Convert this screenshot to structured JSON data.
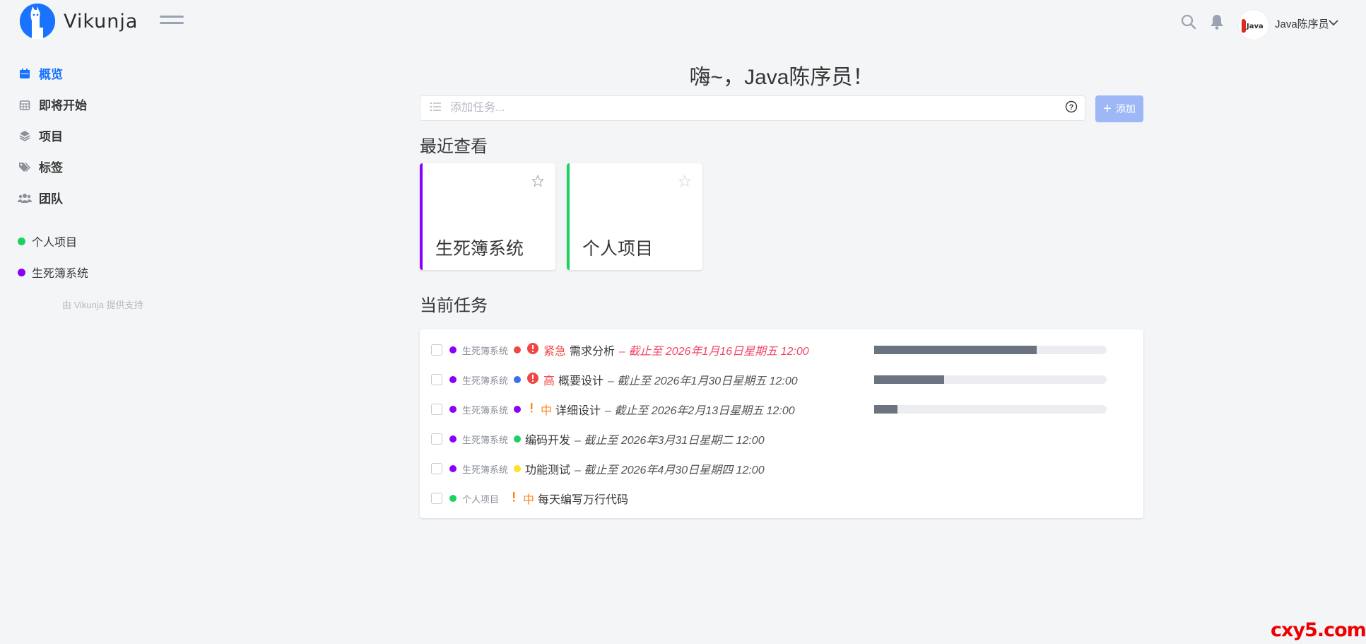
{
  "app": {
    "name": "Vikunja"
  },
  "header": {
    "user_name": "Java陈序员",
    "avatar_text": "Java"
  },
  "sidebar": {
    "nav": [
      {
        "label": "概览",
        "icon": "calendar-icon",
        "active": true
      },
      {
        "label": "即将开始",
        "icon": "calendar-grid-icon"
      },
      {
        "label": "项目",
        "icon": "layers-icon"
      },
      {
        "label": "标签",
        "icon": "tags-icon"
      },
      {
        "label": "团队",
        "icon": "users-icon"
      }
    ],
    "projects": [
      {
        "label": "个人项目",
        "color": "#1cd160"
      },
      {
        "label": "生死簿系统",
        "color": "#8a00ff"
      }
    ],
    "powered_by": "由 Vikunja 提供支持"
  },
  "main": {
    "greeting": "嗨~，Java陈序员！",
    "add_task": {
      "placeholder": "添加任务...",
      "button_label": "添加"
    },
    "recent_title": "最近查看",
    "recent": [
      {
        "title": "生死簿系统",
        "color": "#8a00ff"
      },
      {
        "title": "个人项目",
        "color": "#1cd160"
      }
    ],
    "current_title": "当前任务",
    "tasks": [
      {
        "project": "生死簿系统",
        "project_color": "#8a00ff",
        "label_color": "#f14646",
        "priority": "紧急",
        "priority_color": "#f14646",
        "priority_icon": "alert-circle-icon",
        "title": "需求分析",
        "due": "– 截止至 2026年1月16日星期五 12:00",
        "overdue": true,
        "progress": 70
      },
      {
        "project": "生死簿系统",
        "project_color": "#8a00ff",
        "label_color": "#3b6ff2",
        "priority": "高",
        "priority_color": "#f14646",
        "priority_icon": "alert-circle-icon",
        "title": "概要设计",
        "due": "– 截止至 2026年1月30日星期五 12:00",
        "overdue": false,
        "progress": 30
      },
      {
        "project": "生死簿系统",
        "project_color": "#8a00ff",
        "label_color": "#8a00ff",
        "priority": "中",
        "priority_color": "#ff851b",
        "priority_icon": "exclamation-icon",
        "title": "详细设计",
        "due": "– 截止至 2026年2月13日星期五 12:00",
        "overdue": false,
        "progress": 10
      },
      {
        "project": "生死簿系统",
        "project_color": "#8a00ff",
        "label_color": "#1cd160",
        "priority": "",
        "title": "编码开发",
        "due": "– 截止至 2026年3月31日星期二 12:00",
        "overdue": false
      },
      {
        "project": "生死簿系统",
        "project_color": "#8a00ff",
        "label_color": "#ffe11f",
        "priority": "",
        "title": "功能测试",
        "due": "– 截止至 2026年4月30日星期四 12:00",
        "overdue": false
      },
      {
        "project": "个人项目",
        "project_color": "#1cd160",
        "priority": "中",
        "priority_color": "#ff851b",
        "priority_icon": "exclamation-icon",
        "title": "每天编写万行代码",
        "due": "",
        "overdue": false
      }
    ]
  },
  "watermark": "cxy5.com"
}
